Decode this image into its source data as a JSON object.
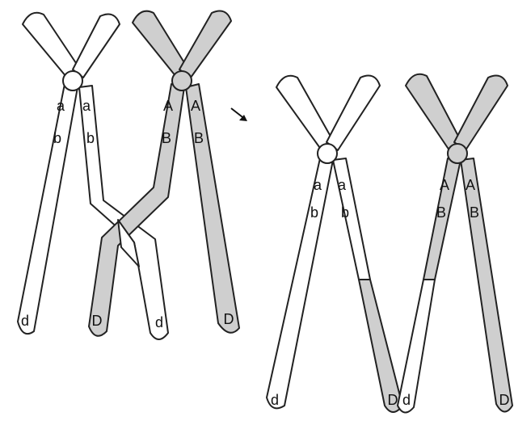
{
  "colors": {
    "white_chromatid": "#ffffff",
    "gray_chromatid": "#cfcfcf",
    "outline": "#222222"
  },
  "before": {
    "white_chromosome": {
      "labels": {
        "left_top": "a",
        "left_mid": "b",
        "right_top": "a",
        "right_mid": "b",
        "bottom_left": "d",
        "bottom_crossed": "d"
      }
    },
    "gray_chromosome": {
      "labels": {
        "left_top": "A",
        "left_mid": "B",
        "right_top": "A",
        "right_mid": "B",
        "bottom_crossed": "D",
        "bottom_right": "D"
      }
    }
  },
  "after": {
    "white_chromosome": {
      "labels": {
        "left_top": "a",
        "left_mid": "b",
        "right_top": "a",
        "right_mid": "b",
        "bottom_left": "d",
        "bottom_right": "D"
      }
    },
    "gray_chromosome": {
      "labels": {
        "left_top": "A",
        "left_mid": "B",
        "right_top": "A",
        "right_mid": "B",
        "bottom_left": "d",
        "bottom_right": "D"
      }
    }
  },
  "arrow_icon": "arrow-down-right-icon"
}
